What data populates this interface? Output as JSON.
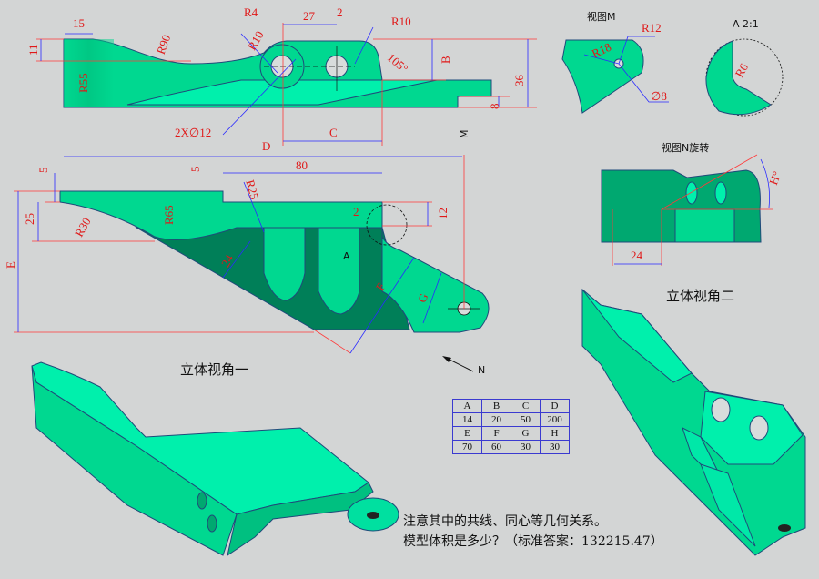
{
  "colors": {
    "background": "#d3d5d5",
    "body": "#00dc90",
    "body_light": "#00f0ac",
    "body_dark": "#007f58",
    "dimension": "#e01818",
    "leader": "#2a2aff"
  },
  "top_view": {
    "dims": {
      "d15": "15",
      "r90": "R90",
      "r4": "R4",
      "d27": "27",
      "d2": "2",
      "r10a": "R10",
      "r10b": "R10",
      "a105": "105°",
      "b": "B",
      "d36": "36",
      "d11": "11",
      "r55": "R55",
      "d8": "8",
      "holes": "2X∅12",
      "c": "C",
      "d": "D",
      "m": "M"
    }
  },
  "front_view": {
    "dims": {
      "d5a": "5",
      "d5b": "5",
      "d80": "80",
      "r25": "R25",
      "d25": "25",
      "r30": "R30",
      "r65": "R65",
      "d12": "12",
      "d2": "2",
      "a": "A",
      "d24": "24",
      "f": "F",
      "g": "G",
      "e": "E"
    }
  },
  "view_m": {
    "title": "视图M",
    "dims": {
      "r12": "R12",
      "r18": "R18",
      "d8": "∅8"
    }
  },
  "detail_a": {
    "title": "A  2:1",
    "dims": {
      "r6": "R6"
    }
  },
  "view_n": {
    "title": "视图N旋转",
    "dims": {
      "h": "H°",
      "d24": "24"
    }
  },
  "iso1": {
    "caption": "立体视角一"
  },
  "iso2": {
    "caption": "立体视角二"
  },
  "arrow_n": "N",
  "params": {
    "rows": [
      [
        "A",
        "B",
        "C",
        "D"
      ],
      [
        "14",
        "20",
        "50",
        "200"
      ],
      [
        "E",
        "F",
        "G",
        "H"
      ],
      [
        "70",
        "60",
        "30",
        "30"
      ]
    ]
  },
  "notes": [
    "注意其中的共线、同心等几何关系。",
    "模型体积是多少？（标准答案：132215.47）"
  ]
}
